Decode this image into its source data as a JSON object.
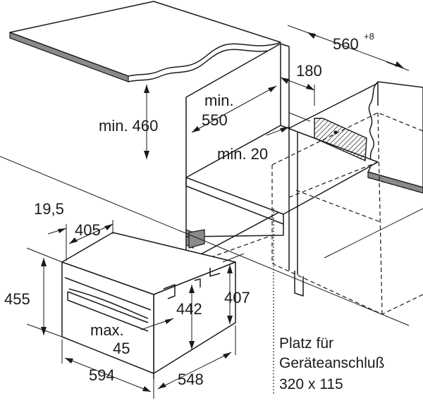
{
  "dimensions": {
    "cabinet_width_label": "560",
    "cabinet_width_tolerance": "+8",
    "back_gap": "180",
    "min_depth_label": "min.",
    "min_depth_value": "550",
    "min_height_label": "min. 460",
    "min_gap_label": "min. 20",
    "side_offset": "19,5",
    "upper_depth": "405",
    "oven_height": "455",
    "inner_height": "442",
    "body_height": "407",
    "max_label": "max.",
    "max_value": "45",
    "oven_width": "594",
    "oven_depth": "548"
  },
  "note": {
    "line1": "Platz für",
    "line2": "Geräteanschluß",
    "line3": "320 x 115"
  }
}
